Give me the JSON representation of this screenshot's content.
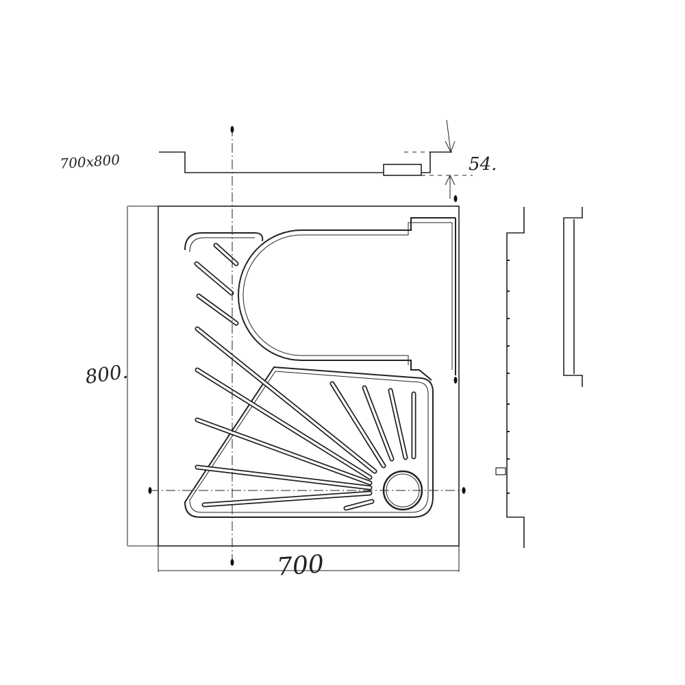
{
  "drawing": {
    "size_note": "700x800",
    "depth_dim": "54.",
    "height_dim": "800.",
    "width_dim": "700"
  },
  "colors": {
    "line": "#222222",
    "background": "#ffffff"
  }
}
